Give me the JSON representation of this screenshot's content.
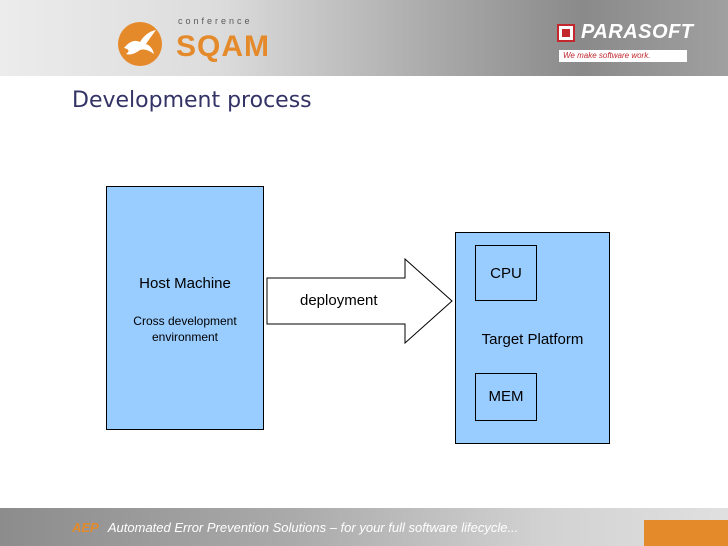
{
  "header": {
    "logo_left": {
      "line1": "conference",
      "line2": "SQAM"
    },
    "logo_right": {
      "name": "PARASOFT",
      "tagline": "We make software work."
    }
  },
  "slide": {
    "title": "Development process"
  },
  "diagram": {
    "host": {
      "title": "Host Machine",
      "subtitle": "Cross development environment"
    },
    "arrow": {
      "label": "deployment"
    },
    "target": {
      "label": "Target Platform",
      "cpu": "CPU",
      "mem": "MEM"
    }
  },
  "footer": {
    "prefix": "AEP",
    "text": "Automated Error Prevention Solutions – for your full software lifecycle..."
  },
  "colors": {
    "box_fill": "#99ccff",
    "title": "#333366",
    "accent_orange": "#e58a2b",
    "parasoft_red": "#c1272d"
  }
}
